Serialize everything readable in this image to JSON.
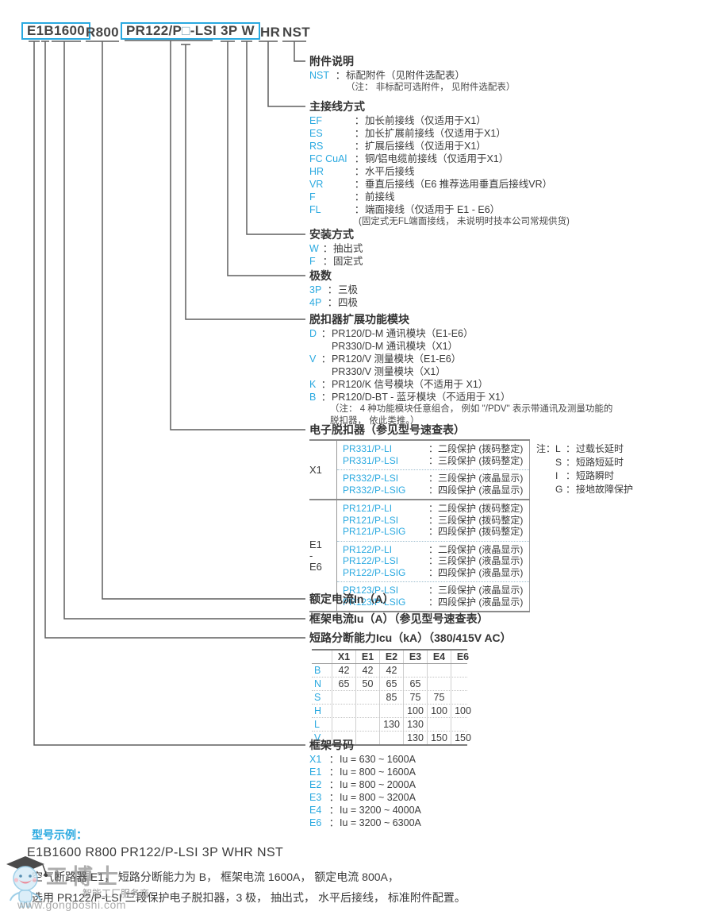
{
  "colors": {
    "accent": "#2aa9e0",
    "text": "#3a3a3a",
    "line": "#5f5f5f"
  },
  "top_code": {
    "frame": "E1",
    "breaking": "B",
    "frame_current": "1600",
    "rated_current": "R800",
    "trip_prefix": "PR122/P",
    "trip_placeholder": "□",
    "trip_suffix": "-LSI",
    "poles": "3P",
    "installation": "W",
    "wiring": "HR",
    "accessory": "NST"
  },
  "sections": {
    "accessory": {
      "title": "附件说明",
      "code": "NST",
      "colon": "：",
      "desc": "标配附件（见附件选配表）",
      "note": "（注： 非标配可选附件， 见附件选配表）"
    },
    "wiring": {
      "title": "主接线方式",
      "rows": [
        {
          "code": "EF",
          "colon": "：",
          "desc": "加长前接线（仅适用于X1）"
        },
        {
          "code": "ES",
          "colon": "：",
          "desc": "加长扩展前接线（仅适用于X1）"
        },
        {
          "code": "RS",
          "colon": "：",
          "desc": "扩展后接线（仅适用于X1）"
        },
        {
          "code": "FC CuAl",
          "colon": "：",
          "desc": "铜/铝电缆前接线（仅适用于X1）"
        },
        {
          "code": "HR",
          "colon": "：",
          "desc": "水平后接线"
        },
        {
          "code": "VR",
          "colon": "：",
          "desc": "垂直后接线（E6 推荐选用垂直后接线VR）"
        },
        {
          "code": "F",
          "colon": "：",
          "desc": "前接线"
        },
        {
          "code": "FL",
          "colon": "：",
          "desc": "端面接线（仅适用于 E1 - E6）"
        }
      ],
      "note": "(固定式无FL端面接线， 未说明时技本公司常规供货)"
    },
    "installation": {
      "title": "安装方式",
      "rows": [
        {
          "code": "W",
          "colon": "：",
          "desc": "抽出式"
        },
        {
          "code": "F",
          "colon": "：",
          "desc": "固定式"
        }
      ]
    },
    "poles": {
      "title": "极数",
      "rows": [
        {
          "code": "3P",
          "colon": "：",
          "desc": "三极"
        },
        {
          "code": "4P",
          "colon": "：",
          "desc": "四极"
        }
      ]
    },
    "modules": {
      "title": "脱扣器扩展功能模块",
      "rows": [
        {
          "code": "D",
          "colon": "：",
          "desc": "PR120/D-M 通讯模块（E1-E6）"
        },
        {
          "code": "",
          "colon": "",
          "desc": "PR330/D-M 通讯模块（X1）"
        },
        {
          "code": "V",
          "colon": "：",
          "desc": "PR120/V 测量模块（E1-E6）"
        },
        {
          "code": "",
          "colon": "",
          "desc": "PR330/V 测量模块（X1）"
        },
        {
          "code": "K",
          "colon": "：",
          "desc": "PR120/K 信号模块（不适用于 X1）"
        },
        {
          "code": "B",
          "colon": "：",
          "desc": "PR120/D-BT - 蓝牙模块（不适用于 X1）"
        }
      ],
      "note_lines": [
        "（注： 4 种功能模块任意组合， 例如 \"/PDV\" 表示带通讯及测量功能的",
        "脱扣器， 依此类推。）"
      ]
    },
    "trip_unit": {
      "title": "电子脱扣器（参见型号速查表）",
      "x1_label": "X1",
      "e_label_top": "E1",
      "e_label_mid": "-",
      "e_label_bottom": "E6",
      "x1_sub1": [
        {
          "name": "PR331/P-LI",
          "colon": "：",
          "desc": "二段保护 (拨码整定)"
        },
        {
          "name": "PR331/P-LSI",
          "colon": "：",
          "desc": "三段保护 (拨码整定)"
        }
      ],
      "x1_sub2": [
        {
          "name": "PR332/P-LSI",
          "colon": "：",
          "desc": "三段保护 (液晶显示)"
        },
        {
          "name": "PR332/P-LSIG",
          "colon": "：",
          "desc": "四段保护 (液晶显示)"
        }
      ],
      "e_sub1": [
        {
          "name": "PR121/P-LI",
          "colon": "：",
          "desc": "二段保护 (拨码整定)"
        },
        {
          "name": "PR121/P-LSI",
          "colon": "：",
          "desc": "三段保护 (拨码整定)"
        },
        {
          "name": "PR121/P-LSIG",
          "colon": "：",
          "desc": "四段保护 (拨码整定)"
        }
      ],
      "e_sub2": [
        {
          "name": "PR122/P-LI",
          "colon": "：",
          "desc": "二段保护 (液晶显示)"
        },
        {
          "name": "PR122/P-LSI",
          "colon": "：",
          "desc": "三段保护 (液晶显示)"
        },
        {
          "name": "PR122/P-LSIG",
          "colon": "：",
          "desc": "四段保护 (液晶显示)"
        }
      ],
      "e_sub3": [
        {
          "name": "PR123/P-LSI",
          "colon": "：",
          "desc": "三段保护 (液晶显示)"
        },
        {
          "name": "PR123/P-LSIG",
          "colon": "：",
          "desc": "四段保护 (液晶显示)"
        }
      ],
      "note_rows": [
        {
          "pre": "注：",
          "code": "L",
          "colon": "：",
          "desc": "过载长延时"
        },
        {
          "pre": "",
          "code": "S",
          "colon": "：",
          "desc": "短路短延时"
        },
        {
          "pre": "",
          "code": "I",
          "colon": "：",
          "desc": "短路瞬时"
        },
        {
          "pre": "",
          "code": "G",
          "colon": "：",
          "desc": "接地故障保护"
        }
      ]
    },
    "rated_current": {
      "title": "额定电流In（A）"
    },
    "frame_current": {
      "title": "框架电流Iu（A）（参见型号速查表）"
    },
    "breaking": {
      "title": "短路分断能力Icu（kA）（380/415V AC）"
    },
    "frame_number": {
      "title": "框架号码",
      "rows": [
        {
          "code": "X1",
          "colon": "：",
          "desc": "Iu = 630 ~ 1600A"
        },
        {
          "code": "E1",
          "colon": "：",
          "desc": "Iu = 800 ~ 1600A"
        },
        {
          "code": "E2",
          "colon": "：",
          "desc": "Iu = 800 ~ 2000A"
        },
        {
          "code": "E3",
          "colon": "：",
          "desc": "Iu = 800 ~ 3200A"
        },
        {
          "code": "E4",
          "colon": "：",
          "desc": "Iu = 3200 ~ 4000A"
        },
        {
          "code": "E6",
          "colon": "：",
          "desc": "Iu = 3200 ~ 6300A"
        }
      ]
    }
  },
  "icu_table": {
    "cols": [
      "X1",
      "E1",
      "E2",
      "E3",
      "E4",
      "E6"
    ],
    "rows": [
      {
        "label": "B",
        "v": [
          "42",
          "42",
          "42",
          "",
          "",
          ""
        ]
      },
      {
        "label": "N",
        "v": [
          "65",
          "50",
          "65",
          "65",
          "",
          ""
        ]
      },
      {
        "label": "S",
        "v": [
          "",
          "",
          "85",
          "75",
          "75",
          ""
        ]
      },
      {
        "label": "H",
        "v": [
          "",
          "",
          "",
          "100",
          "100",
          "100"
        ]
      },
      {
        "label": "L",
        "v": [
          "",
          "",
          "130",
          "130",
          "",
          ""
        ]
      },
      {
        "label": "V",
        "v": [
          "",
          "",
          "",
          "130",
          "150",
          "150"
        ]
      }
    ]
  },
  "example": {
    "title": "型号示例：",
    "code_line": "E1B1600  R800  PR122/P-LSI  3P  WHR  NST",
    "desc_line1": "空气断路器 E1， 短路分断能力为 B， 框架电流 1600A， 额定电流 800A，",
    "desc_line2": "选用 PR122/P-LSI 三段保护电子脱扣器，3 极， 抽出式， 水平后接线， 标准附件配置。"
  },
  "watermark": {
    "brand": "工博士",
    "tagline": "智能工厂服务商",
    "url": "www.gongboshi.com"
  }
}
